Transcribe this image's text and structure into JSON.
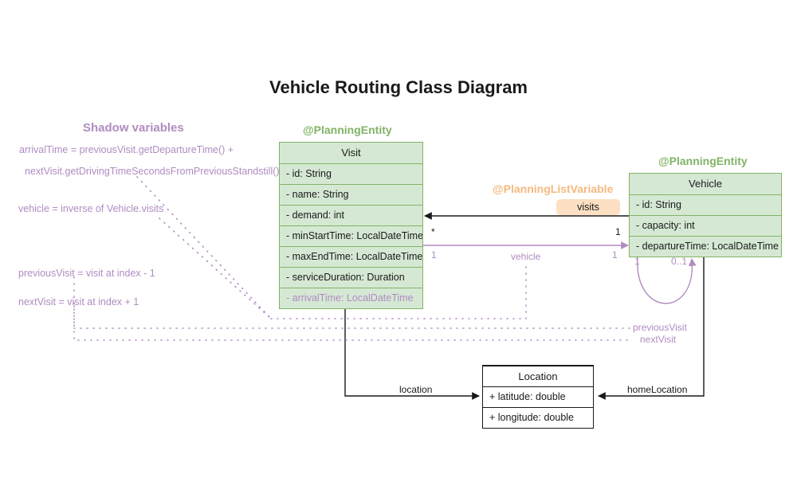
{
  "diagram": {
    "title": "Vehicle Routing Class Diagram",
    "colors": {
      "entity_green_fill": "#d5e8d4",
      "entity_green_border": "#82b366",
      "shadow_purple": "#b08cc0",
      "list_variable_orange": "#f5b97f",
      "badge_fill": "#fde0c3",
      "plain_border": "#1a1a1a"
    }
  },
  "shadow_section": {
    "heading": "Shadow variables",
    "notes": [
      "arrivalTime = previousVisit.getDepartureTime() +",
      "nextVisit.getDrivingTimeSecondsFromPreviousStandstill()",
      "vehicle = inverse of Vehicle.visits",
      "previousVisit = visit at index - 1",
      "nextVisit = visit at index + 1"
    ]
  },
  "classes": [
    {
      "id": "visit",
      "stereotype": "@PlanningEntity",
      "name": "Visit",
      "attributes": [
        {
          "text": "- id: String",
          "shadow": false
        },
        {
          "text": "- name: String",
          "shadow": false
        },
        {
          "text": "- demand: int",
          "shadow": false
        },
        {
          "text": "- minStartTime: LocalDateTime",
          "shadow": false
        },
        {
          "text": "- maxEndTime: LocalDateTime",
          "shadow": false
        },
        {
          "text": "- serviceDuration: Duration",
          "shadow": false
        },
        {
          "text": "- arrivalTime: LocalDateTime",
          "shadow": true
        }
      ]
    },
    {
      "id": "vehicle",
      "stereotype": "@PlanningEntity",
      "name": "Vehicle",
      "attributes": [
        {
          "text": "- id: String",
          "shadow": false
        },
        {
          "text": "- capacity: int",
          "shadow": false
        },
        {
          "text": "- departureTime: LocalDateTime",
          "shadow": false
        }
      ]
    },
    {
      "id": "location",
      "stereotype": "",
      "name": "Location",
      "attributes": [
        {
          "text": "+ latitude: double",
          "shadow": false
        },
        {
          "text": "+ longitude: double",
          "shadow": false
        }
      ]
    }
  ],
  "list_variable": {
    "stereotype": "@PlanningListVariable",
    "badge_label": "visits"
  },
  "relations": {
    "visits_mult_visit_side": "*",
    "visits_mult_vehicle_side": "1",
    "vehicle_label": "vehicle",
    "vehicle_mult_visit_side": "1",
    "vehicle_mult_vehicle_side": "1",
    "self_mult_left": "1",
    "self_mult_right": "0..1",
    "previous_visit_label": "previousVisit",
    "next_visit_label": "nextVisit",
    "location_label": "location",
    "home_location_label": "homeLocation"
  }
}
